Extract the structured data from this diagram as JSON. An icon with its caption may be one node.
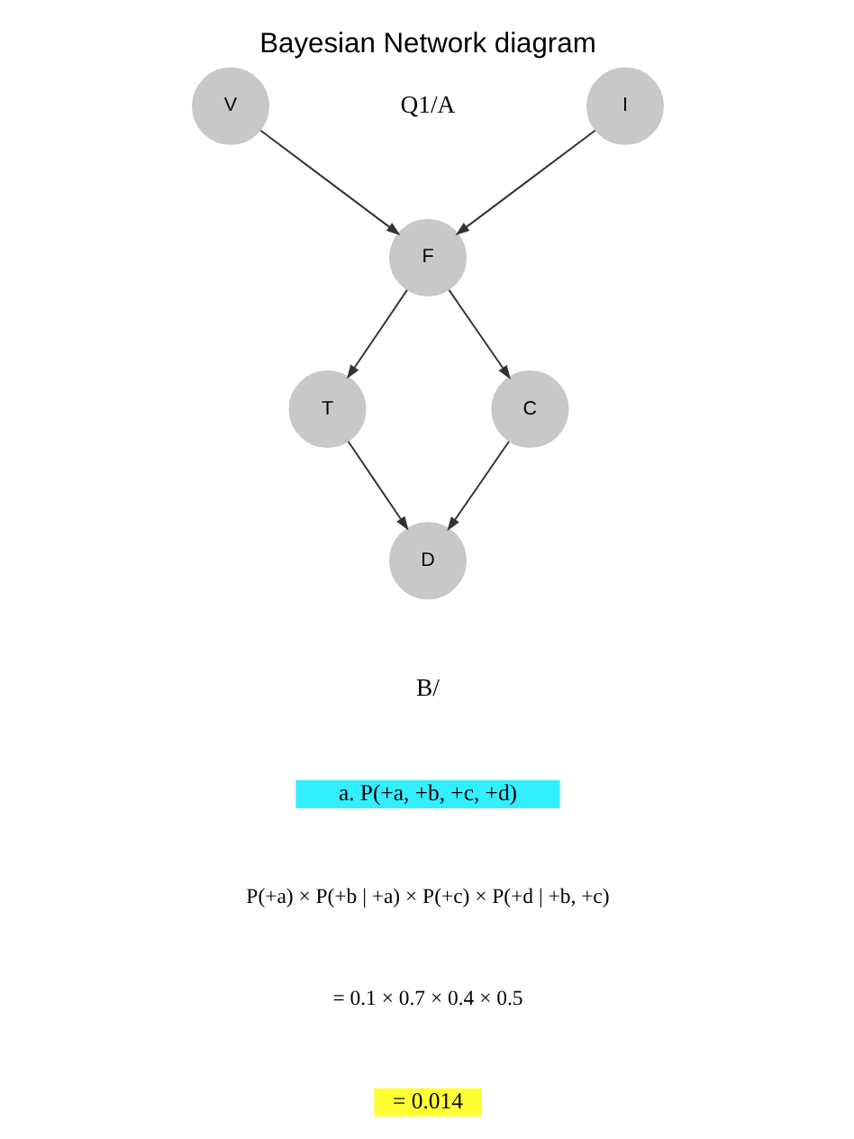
{
  "diagram": {
    "title": "Bayesian Network diagram",
    "nodes": [
      {
        "text": [
          "I"
        ]
      },
      {
        "text": [
          "V"
        ]
      },
      {
        "text": [
          "F"
        ]
      },
      {
        "text": [
          "T"
        ]
      },
      {
        "text": [
          "C"
        ]
      },
      {
        "text": [
          "D"
        ]
      }
    ],
    "edges": [
      {
        "from": 0,
        "to": 2,
        "arrow": "to"
      },
      {
        "from": 1,
        "to": 2,
        "arrow": "to"
      },
      {
        "from": 2,
        "to": 3,
        "arrow": "to"
      },
      {
        "from": 2,
        "to": 4,
        "arrow": "to"
      },
      {
        "from": 3,
        "to": 5,
        "arrow": "to"
      },
      {
        "from": 4,
        "to": 5,
        "arrow": "to"
      }
    ],
    "labels": [
      "Q1/A",
      "B/",
      "a. P(+a, +b, +c, +d)",
      "P(+a) × P(+b | +a) × P(+c) × P(+d | +b, +c)",
      "= 0.1 × 0.7 × 0.4 × 0.5",
      "= 0.014"
    ]
  }
}
